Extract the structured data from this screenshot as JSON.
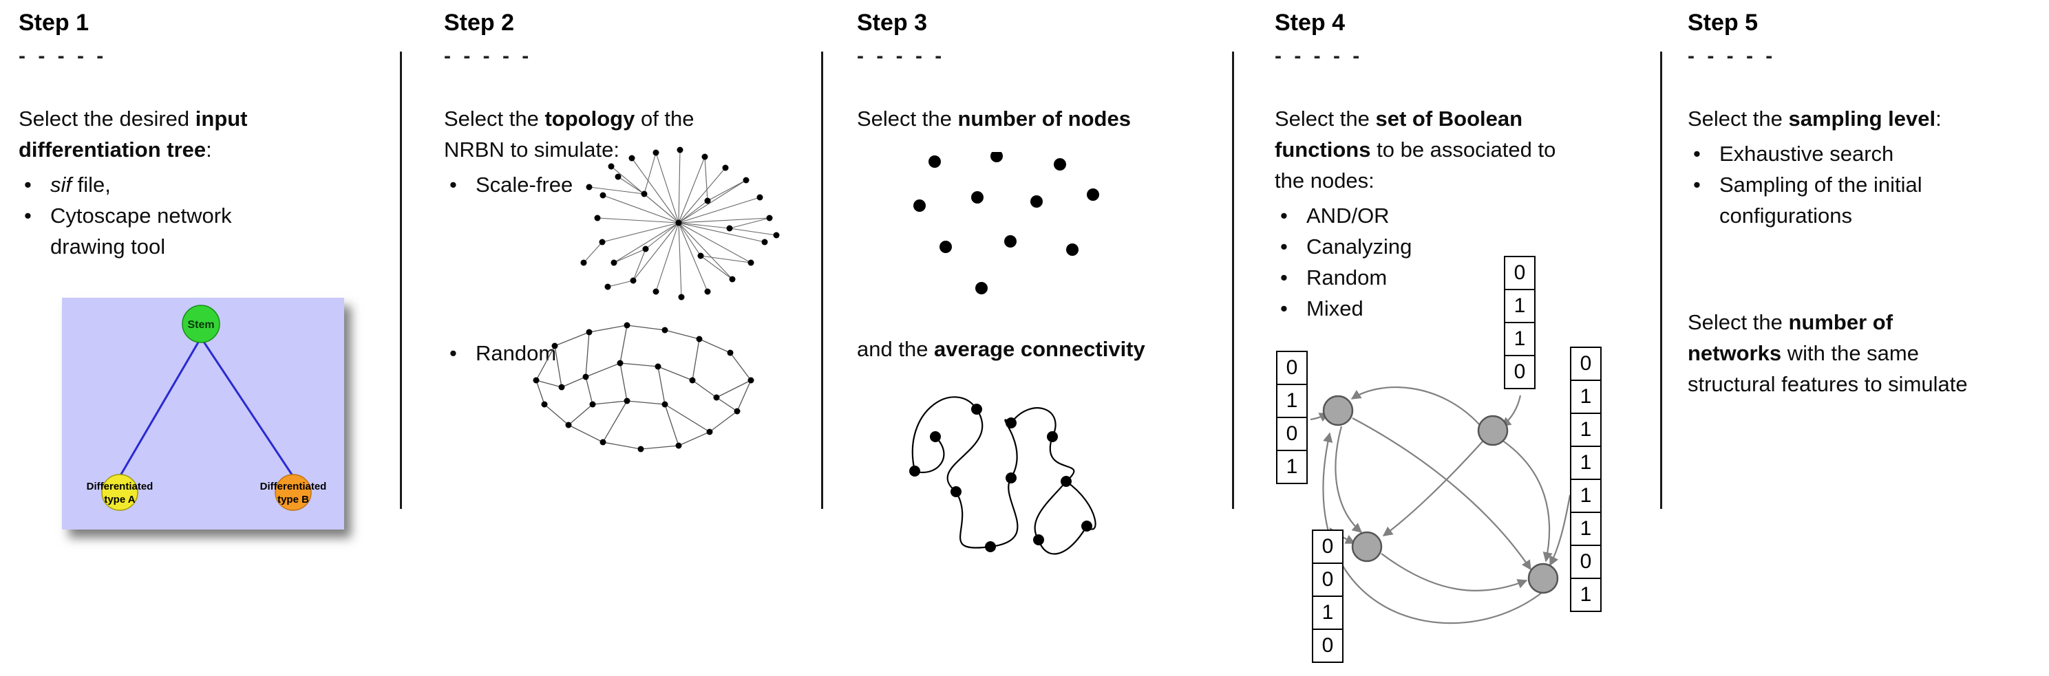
{
  "steps": {
    "step1": {
      "title": "Step 1",
      "dashes": "- - - - -",
      "intro": [
        {
          "t": "Select the desired "
        },
        {
          "t": "input differentiation tree",
          "b": true
        },
        {
          "t": ":"
        }
      ],
      "bullets": [
        [
          {
            "t": "sif",
            "i": true
          },
          {
            "t": " file,"
          }
        ],
        [
          {
            "t": "Cytoscape network drawing tool"
          }
        ]
      ],
      "tree": {
        "root_label": "Stem",
        "left_label_line1": "Differentiated",
        "left_label_line2": "type A",
        "right_label_line1": "Differentiated",
        "right_label_line2": "type B",
        "colors": {
          "background": "#c9c9fb",
          "root": "#35d435",
          "left": "#f2e92c",
          "right": "#f59a23",
          "edge": "#2a2ad0"
        }
      }
    },
    "step2": {
      "title": "Step 2",
      "dashes": "- - - - -",
      "intro": [
        {
          "t": "Select the "
        },
        {
          "t": "topology",
          "b": true
        },
        {
          "t": " of the NRBN to simulate:"
        }
      ],
      "bullets": [
        "Scale-free",
        "Random"
      ]
    },
    "step3": {
      "title": "Step 3",
      "dashes": "- - - - -",
      "line1": [
        {
          "t": "Select the "
        },
        {
          "t": "number of nodes",
          "b": true
        }
      ],
      "line2": [
        {
          "t": "and the "
        },
        {
          "t": "average connectivity",
          "b": true
        }
      ]
    },
    "step4": {
      "title": "Step 4",
      "dashes": "- - - - -",
      "intro": [
        {
          "t": "Select the "
        },
        {
          "t": "set of Boolean functions",
          "b": true
        },
        {
          "t": " to be associated to the nodes:"
        }
      ],
      "bullets": [
        "AND/OR",
        "Canalyzing",
        "Random",
        "Mixed"
      ],
      "node_color": "#a6a6a6",
      "truth_tables": {
        "left": [
          "0",
          "1",
          "0",
          "1"
        ],
        "top": [
          "0",
          "1",
          "1",
          "0"
        ],
        "bottom": [
          "0",
          "0",
          "1",
          "0"
        ],
        "right": [
          "0",
          "1",
          "1",
          "1",
          "1",
          "1",
          "0",
          "1"
        ]
      }
    },
    "step5": {
      "title": "Step 5",
      "dashes": "- - - - -",
      "intro": [
        {
          "t": "Select the "
        },
        {
          "t": "sampling level",
          "b": true
        },
        {
          "t": ":"
        }
      ],
      "bullets": [
        "Exhaustive search",
        "Sampling of the initial configurations"
      ],
      "second": [
        {
          "t": "Select the "
        },
        {
          "t": "number of networks",
          "b": true
        },
        {
          "t": " with the same structural features to simulate"
        }
      ]
    }
  }
}
